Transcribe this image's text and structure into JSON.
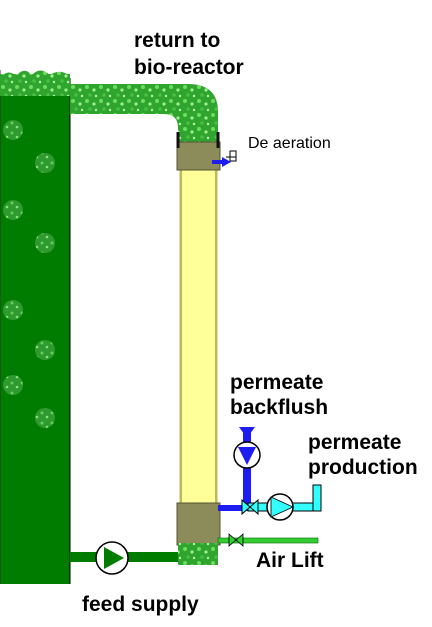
{
  "labels": {
    "return_line1": "return to",
    "return_line2": "bio-reactor",
    "deaeration": "De aeration",
    "backflush_line1": "permeate",
    "backflush_line2": "backflush",
    "production_line1": "permeate",
    "production_line2": "production",
    "air_lift": "Air Lift",
    "feed_supply": "feed supply"
  },
  "colors": {
    "bioreactor": "#007d00",
    "sludge_light": "#3cbd3c",
    "membrane": "#ffff99",
    "housing": "#8c8c5a",
    "backflush": "#1d1df2",
    "production": "#33ffff",
    "air": "#33cc33"
  },
  "icons": [
    "pump-icon",
    "valve-icon"
  ]
}
